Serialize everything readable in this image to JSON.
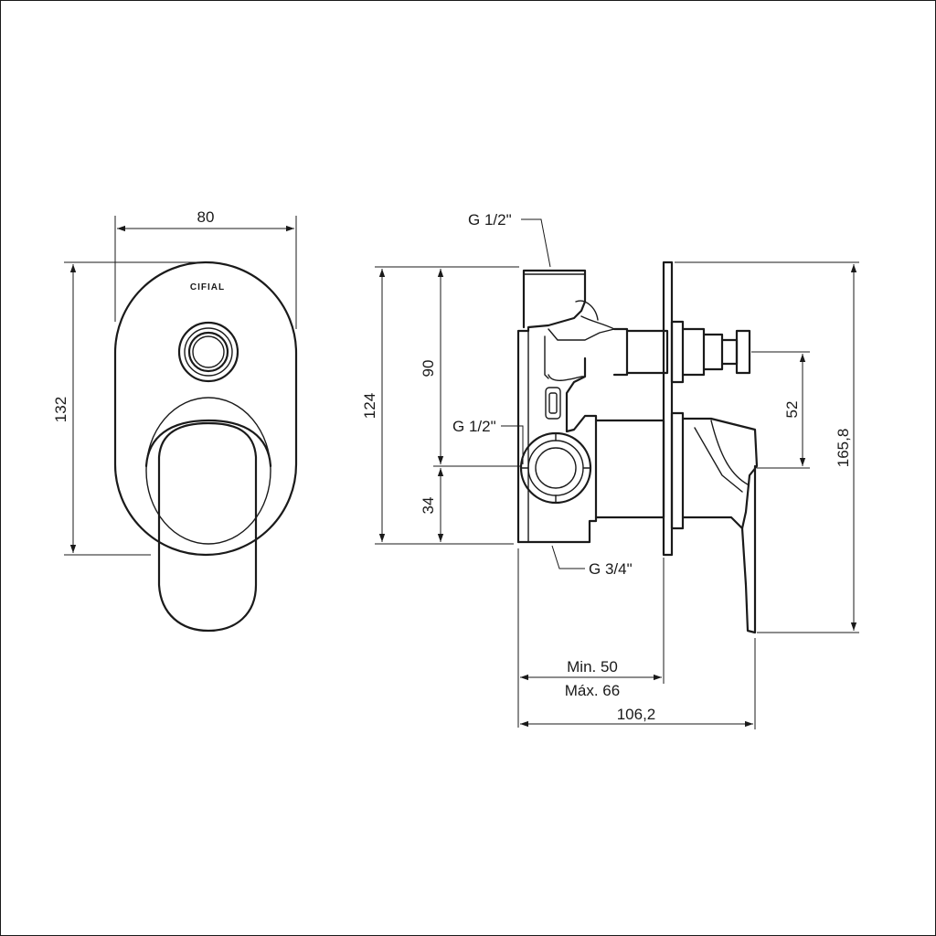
{
  "brand": "CIFIAL",
  "front_view": {
    "width_label": "80",
    "height_label": "132"
  },
  "side_view": {
    "thread_top": "G 1/2\"",
    "thread_mid": "G 1/2\"",
    "thread_bottom": "G 3/4\"",
    "height_label": "124",
    "upper_label": "90",
    "lower_label": "34",
    "handle_offset_label": "52",
    "total_height_label": "165,8",
    "depth_min_label": "Min. 50",
    "depth_max_label": "Máx. 66",
    "total_depth_label": "106,2"
  }
}
